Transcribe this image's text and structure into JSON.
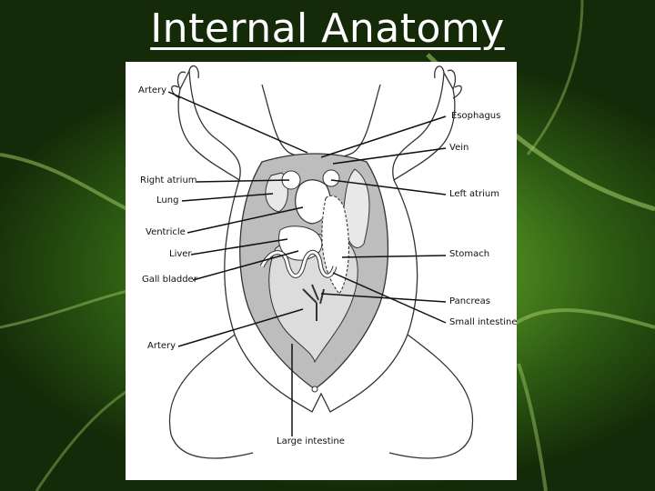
{
  "slide": {
    "title": "Internal Anatomy"
  },
  "diagram": {
    "labels_left": {
      "artery_top": "Artery",
      "right_atrium": "Right atrium",
      "lung": "Lung",
      "ventricle": "Ventricle",
      "liver": "Liver",
      "gall_bladder": "Gall bladder",
      "artery_bottom": "Artery"
    },
    "labels_right": {
      "esophagus": "Esophagus",
      "vein": "Vein",
      "left_atrium": "Left atrium",
      "stomach": "Stomach",
      "pancreas": "Pancreas",
      "small_intestine": "Small intestine"
    },
    "labels_bottom": {
      "large_intestine": "Large intestine"
    }
  }
}
